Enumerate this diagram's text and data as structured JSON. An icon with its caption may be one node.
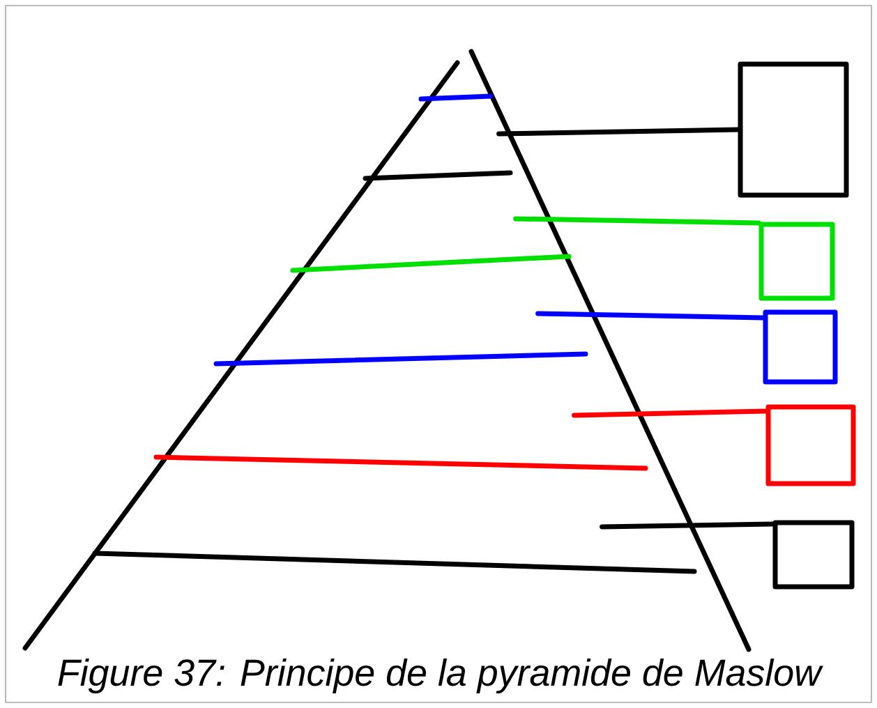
{
  "diagram": {
    "caption": "Figure 37: Principe de la pyramide de Maslow",
    "nodes": [
      {
        "text": [],
        "shape": "triangle"
      },
      {
        "text": [],
        "shape": "box"
      },
      {
        "text": [],
        "shape": "box"
      },
      {
        "text": [],
        "shape": "box"
      },
      {
        "text": [],
        "shape": "box"
      },
      {
        "text": [],
        "shape": "box"
      }
    ],
    "edges": [
      {
        "from": 0,
        "to": 1,
        "arrow": "none"
      },
      {
        "from": 0,
        "to": 2,
        "arrow": "none",
        "color": "#00e000"
      },
      {
        "from": 0,
        "to": 3,
        "arrow": "none",
        "color": "#0000ff"
      },
      {
        "from": 0,
        "to": 4,
        "arrow": "none",
        "color": "#ff0000"
      },
      {
        "from": 0,
        "to": 5,
        "arrow": "none"
      }
    ]
  }
}
